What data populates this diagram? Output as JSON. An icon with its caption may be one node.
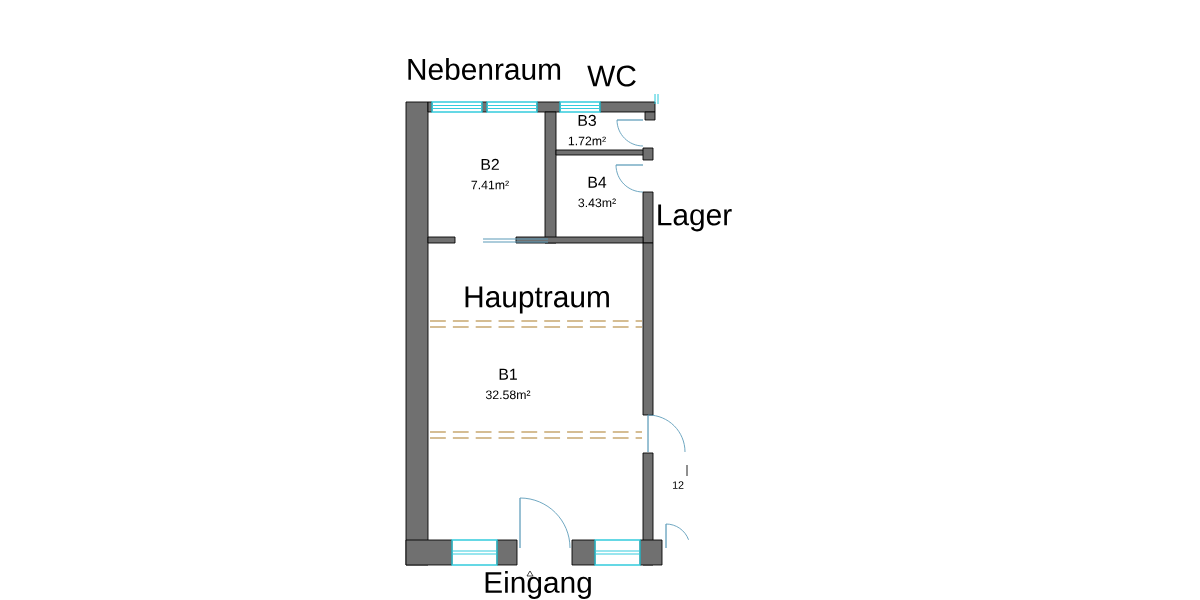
{
  "diagram": {
    "nodes": [
      {
        "text": [
          "B2",
          "7.41m²"
        ]
      },
      {
        "text": [
          "B3",
          "1.72m²"
        ]
      },
      {
        "text": [
          "B4",
          "3.43m²"
        ]
      },
      {
        "text": [
          "B1",
          "32.58m²"
        ]
      }
    ],
    "labels": [
      "Nebenraum",
      "WC",
      "Lager",
      "Hauptraum",
      "12",
      "Eingang"
    ]
  }
}
